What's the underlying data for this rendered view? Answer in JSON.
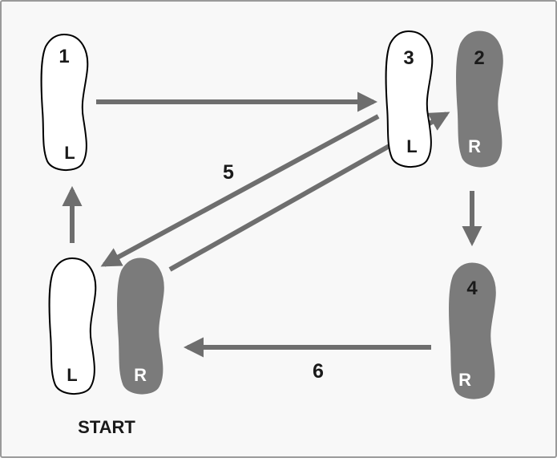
{
  "colors": {
    "background": "#f8f8f8",
    "border": "#9a9a9a",
    "shaded_foot": "#7b7b7b",
    "open_foot_fill": "#ffffff",
    "outline": "#000000",
    "arrow": "#6e6e6e",
    "dark_label": "#1a1a1a",
    "light_label": "#ffffff"
  },
  "footprints": [
    {
      "id": "start-left",
      "number": "",
      "side": "L",
      "filled": false
    },
    {
      "id": "start-right",
      "number": "",
      "side": "R",
      "filled": true
    },
    {
      "id": "step-1",
      "number": "1",
      "side": "L",
      "filled": false
    },
    {
      "id": "step-2",
      "number": "2",
      "side": "R",
      "filled": true
    },
    {
      "id": "step-3",
      "number": "3",
      "side": "L",
      "filled": false
    },
    {
      "id": "step-4",
      "number": "4",
      "side": "R",
      "filled": true
    }
  ],
  "arrows": [
    {
      "id": "arrow-1-to-3",
      "label": ""
    },
    {
      "id": "arrow-start-to-2",
      "label": ""
    },
    {
      "id": "arrow-2-to-4",
      "label": ""
    },
    {
      "id": "arrow-3-to-start",
      "label": "5"
    },
    {
      "id": "arrow-4-to-start",
      "label": "6"
    },
    {
      "id": "arrow-start-to-1",
      "label": ""
    }
  ],
  "start_label": "START"
}
